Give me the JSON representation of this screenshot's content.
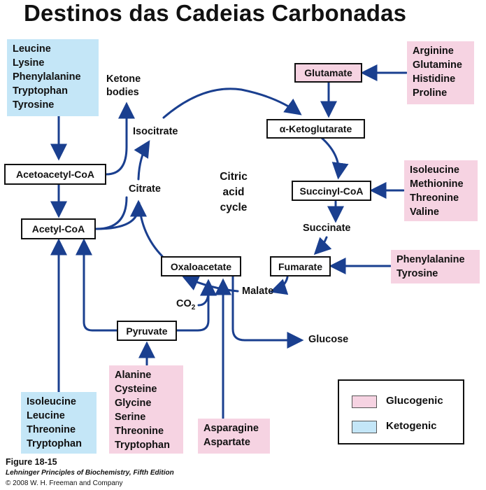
{
  "title": "Destinos das Cadeias Carbonadas",
  "nodes": {
    "glutamate": "Glutamate",
    "ketoglutarate": "α-Ketoglutarate",
    "succinyl_coa": "Succinyl-CoA",
    "succinate": "Succinate",
    "fumarate": "Fumarate",
    "malate": "Malate",
    "oxaloacetate": "Oxaloacetate",
    "citrate": "Citrate",
    "isocitrate": "Isocitrate",
    "acetyl_coa": "Acetyl-CoA",
    "acetoacetyl_coa": "Acetoacetyl-CoA",
    "ketone_bodies_1": "Ketone",
    "ketone_bodies_2": "bodies",
    "pyruvate": "Pyruvate",
    "glucose": "Glucose",
    "co2": "CO",
    "co2_sub": "2"
  },
  "cycle_label": [
    "Citric",
    "acid",
    "cycle"
  ],
  "amino_acid_groups": {
    "ketogenic_top": [
      "Leucine",
      "Lysine",
      "Phenylalanine",
      "Tryptophan",
      "Tyrosine"
    ],
    "to_glutamate": [
      "Arginine",
      "Glutamine",
      "Histidine",
      "Proline"
    ],
    "to_succinyl_coa": [
      "Isoleucine",
      "Methionine",
      "Threonine",
      "Valine"
    ],
    "to_fumarate": [
      "Phenylalanine",
      "Tyrosine"
    ],
    "to_pyruvate": [
      "Alanine",
      "Cysteine",
      "Glycine",
      "Serine",
      "Threonine",
      "Tryptophan"
    ],
    "to_oxaloacetate": [
      "Asparagine",
      "Aspartate"
    ],
    "ketogenic_bottom": [
      "Isoleucine",
      "Leucine",
      "Threonine",
      "Tryptophan"
    ]
  },
  "legend": {
    "glucogenic": "Glucogenic",
    "ketogenic": "Ketogenic"
  },
  "colors": {
    "glucogenic": "#f6d3e2",
    "ketogenic": "#c4e6f7",
    "arrow": "#1a3f8f"
  },
  "caption": {
    "figure": "Figure 18-15",
    "book": "Lehninger Principles of Biochemistry, Fifth Edition",
    "copyright": "© 2008 W. H. Freeman and Company"
  }
}
